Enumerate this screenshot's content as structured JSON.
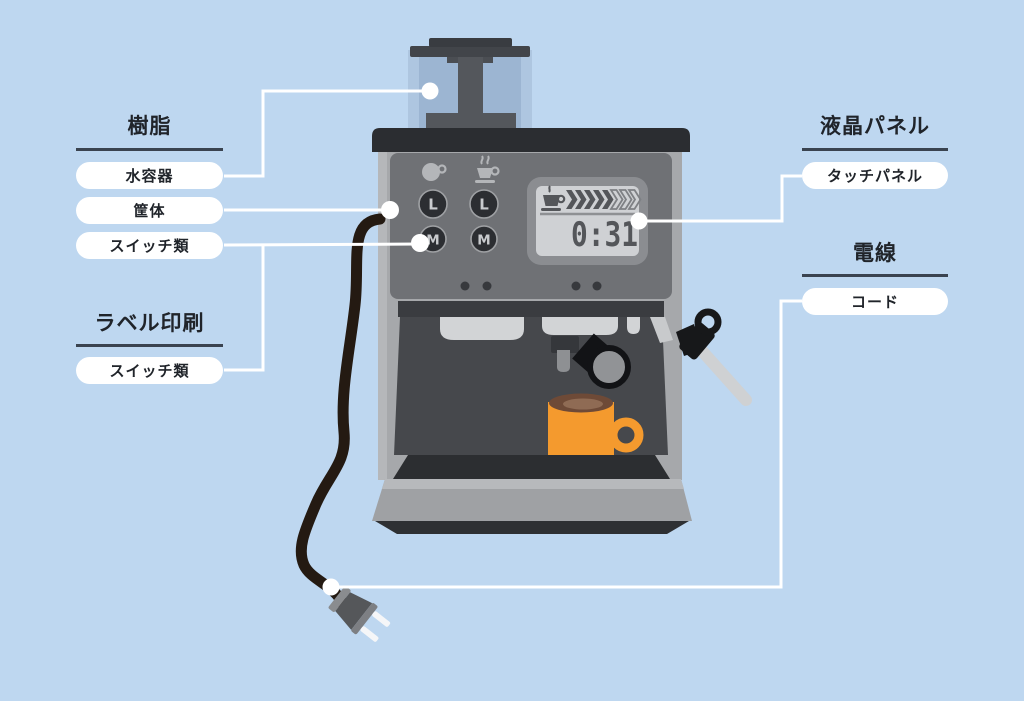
{
  "background_color": "#bed7f0",
  "labels": {
    "left_top": {
      "heading": "樹脂",
      "items": [
        "水容器",
        "筐体",
        "スイッチ類"
      ]
    },
    "left_bottom": {
      "heading": "ラベル印刷",
      "items": [
        "スイッチ類"
      ]
    },
    "right_top": {
      "heading": "液晶パネル",
      "items": [
        "タッチパネル"
      ]
    },
    "right_bottom": {
      "heading": "電線",
      "items": [
        "コード"
      ]
    }
  },
  "machine": {
    "lcd": {
      "time": "0:31",
      "chevrons_filled": 5,
      "chevrons_outlined": 3
    },
    "buttons": {
      "large": "L",
      "medium": "M"
    },
    "colors": {
      "top_bar": "#2b2d31",
      "body_frame": "#a6a8ab",
      "control_panel": "#6f7175",
      "cavity": "#46484c",
      "tank_glass": "#aec6e0",
      "tank_water": "#9cb5d2",
      "lcd_screen": "#cfd1d4",
      "lcd_glyphs": "#54565a",
      "mug": "#f49a2e",
      "coffee": "#6e4a37",
      "cord": "#241a12",
      "base": "#9fa1a4",
      "connector_line": "#ffffff"
    }
  }
}
